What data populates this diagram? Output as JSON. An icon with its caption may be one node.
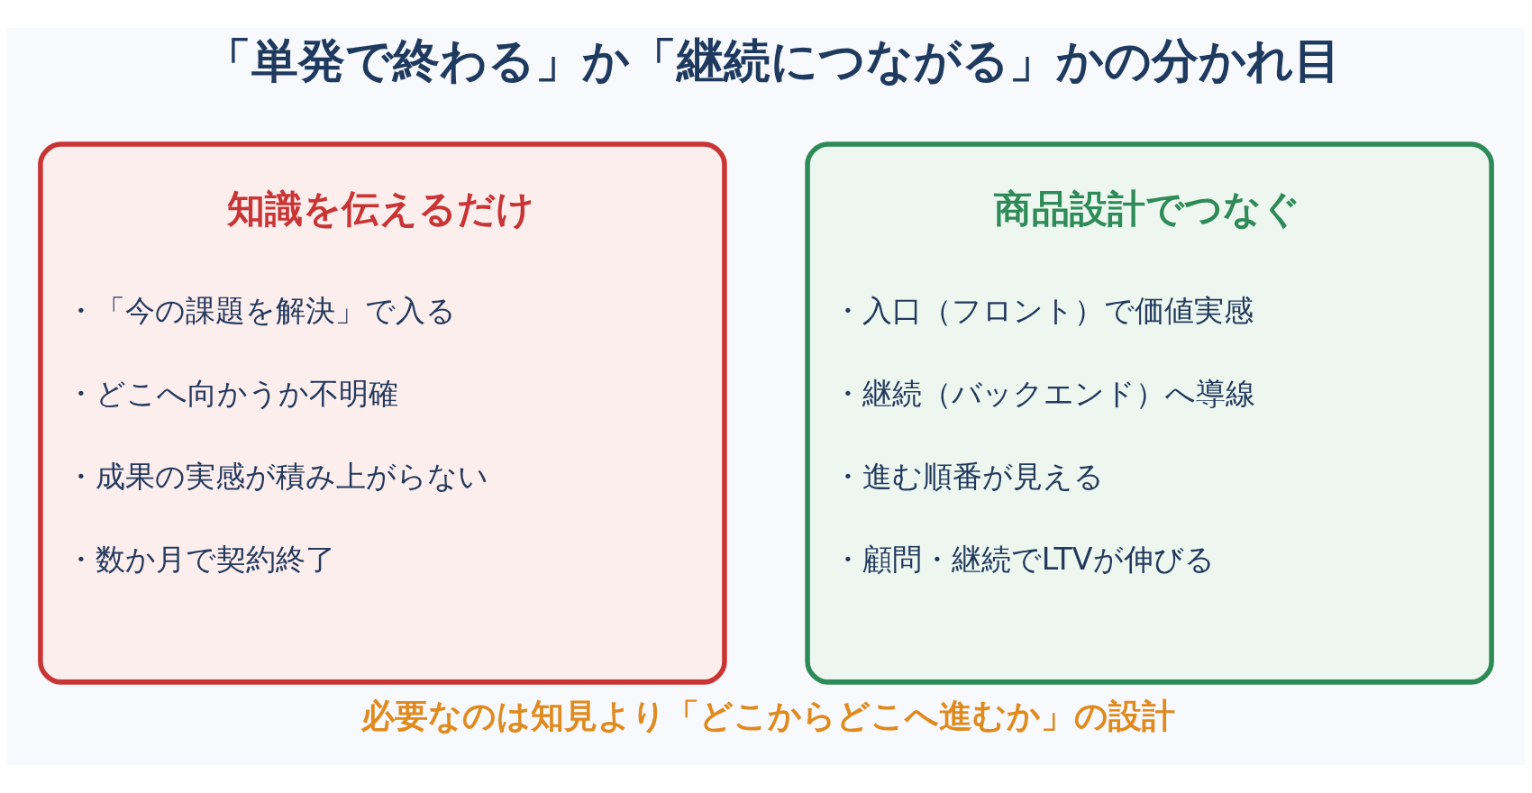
{
  "diagram": {
    "title": "「単発で終わる」か「継続につながる」かの分かれ目",
    "caption": "必要なのは知見より「どこからどこへ進むか」の設計",
    "nodes": [
      {
        "text": [
          "知識を伝えるだけ",
          "・「今の課題を解決」で入る",
          "・どこへ向かうか不明確",
          "・成果の実感が積み上がらない",
          "・数か月で契約終了"
        ]
      },
      {
        "text": [
          "商品設計でつなぐ",
          "・入口（フロント）で価値実感",
          "・継続（バックエンド）へ導線",
          "・進む順番が見える",
          "・顧問・継続でLTVが伸びる"
        ]
      }
    ]
  }
}
